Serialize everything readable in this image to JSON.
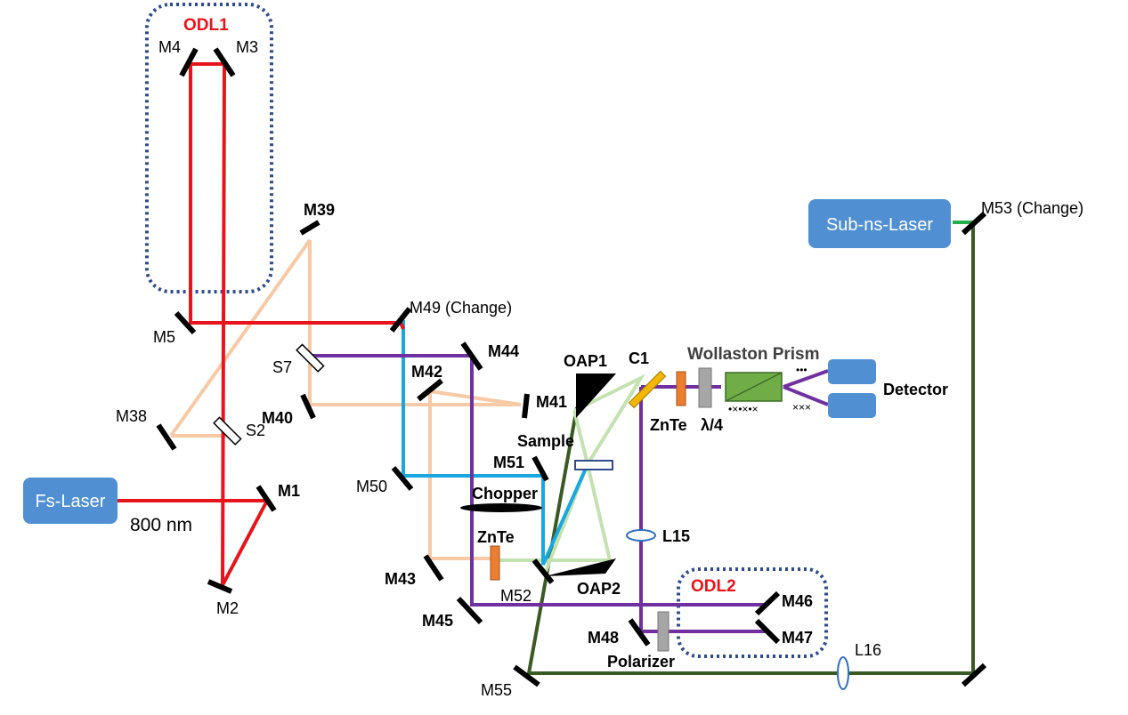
{
  "colors": {
    "red_beam": "#e8141b",
    "peach_beam": "#f8c9a5",
    "purple_beam": "#7030a0",
    "blue_beam": "#1aa7e0",
    "lightgreen_beam": "#c3e2b0",
    "darkgreen_beam": "#3a5a24",
    "bright_green": "#22b14c",
    "laser_box": "#4f8fd2",
    "odl_frame": "#2f4c8a",
    "znte": "#ed7d31",
    "c1": "#f2b705",
    "grey_optic": "#a6a6a6",
    "prism": "#70ad47"
  },
  "lasers": {
    "fs": "Fs-Laser",
    "subns": "Sub-ns-Laser"
  },
  "delay_lines": {
    "odl1": "ODL1",
    "odl2": "ODL2"
  },
  "labels": {
    "wavelength": "800 nm",
    "M1": "M1",
    "M2": "M2",
    "M3": "M3",
    "M4": "M4",
    "M5": "M5",
    "M38": "M38",
    "M39": "M39",
    "M40": "M40",
    "M41": "M41",
    "M42": "M42",
    "M43": "M43",
    "M44": "M44",
    "M45": "M45",
    "M46": "M46",
    "M47": "M47",
    "M48": "M48",
    "M49": "M49 (Change)",
    "M50": "M50",
    "M51": "M51",
    "M52": "M52",
    "M53": "M53 (Change)",
    "M55": "M55",
    "S2": "S2",
    "S7": "S7",
    "OAP1": "OAP1",
    "OAP2": "OAP2",
    "C1": "C1",
    "Sample": "Sample",
    "Chopper": "Chopper",
    "ZnTe_left": "ZnTe",
    "ZnTe_right": "ZnTe",
    "quarter_wave": "λ/4",
    "wollaston": "Wollaston Prism",
    "detector": "Detector",
    "L15": "L15",
    "L16": "L16",
    "polarizer": "Polarizer"
  }
}
